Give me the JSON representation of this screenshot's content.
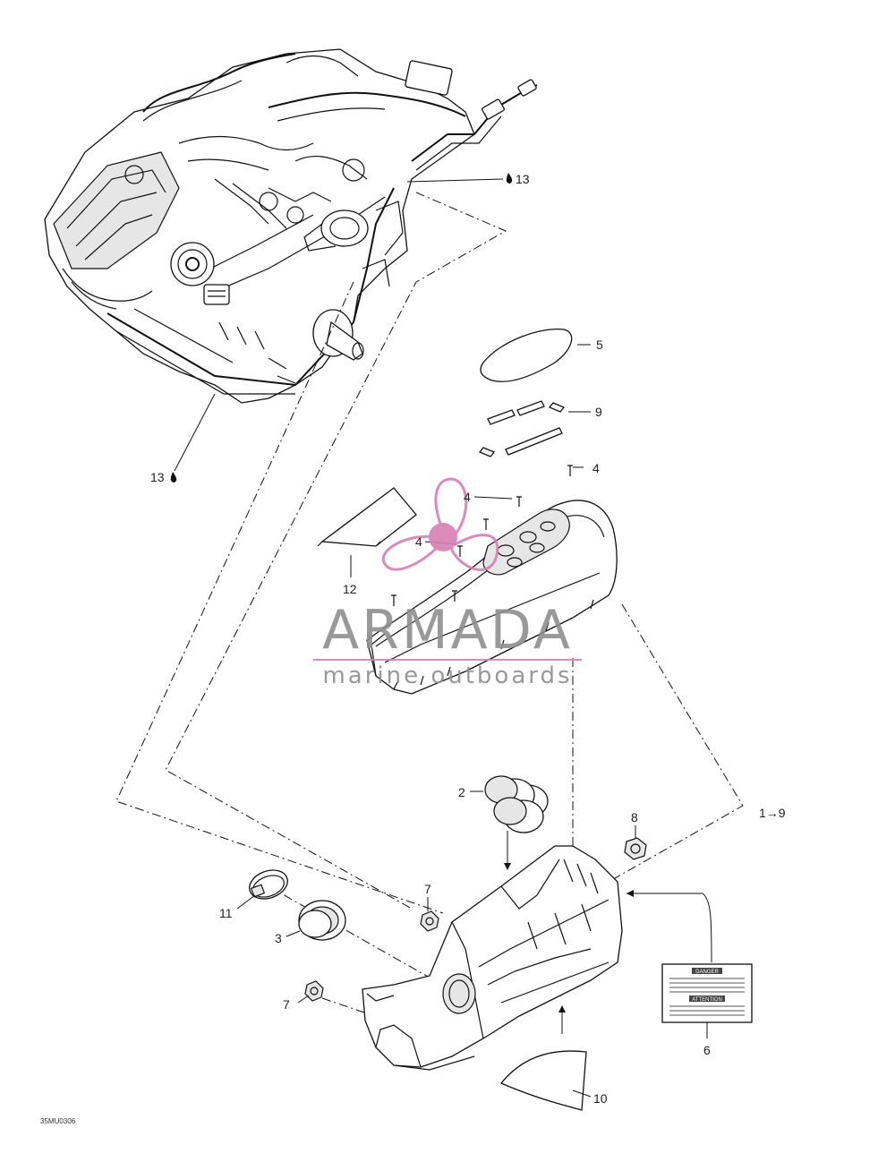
{
  "diagram": {
    "document_id": "35MU0306",
    "callouts": {
      "c13_top": "13",
      "c13_left": "13",
      "c5": "5",
      "c9": "9",
      "c4_right": "4",
      "c4_mid": "4",
      "c4_left": "4",
      "c12": "12",
      "c2": "2",
      "c8": "8",
      "c1_9": "1→9",
      "c7_upper": "7",
      "c11": "11",
      "c3": "3",
      "c7_lower": "7",
      "c6": "6",
      "c10": "10"
    },
    "watermark": {
      "title": "ARMADA",
      "subtitle": "marine outboards",
      "accent_color": "#d77fb3",
      "text_color": "#8e8e8e"
    },
    "label_plate": {
      "heading_1": "DANGER",
      "heading_2": "ATTENTION"
    }
  }
}
